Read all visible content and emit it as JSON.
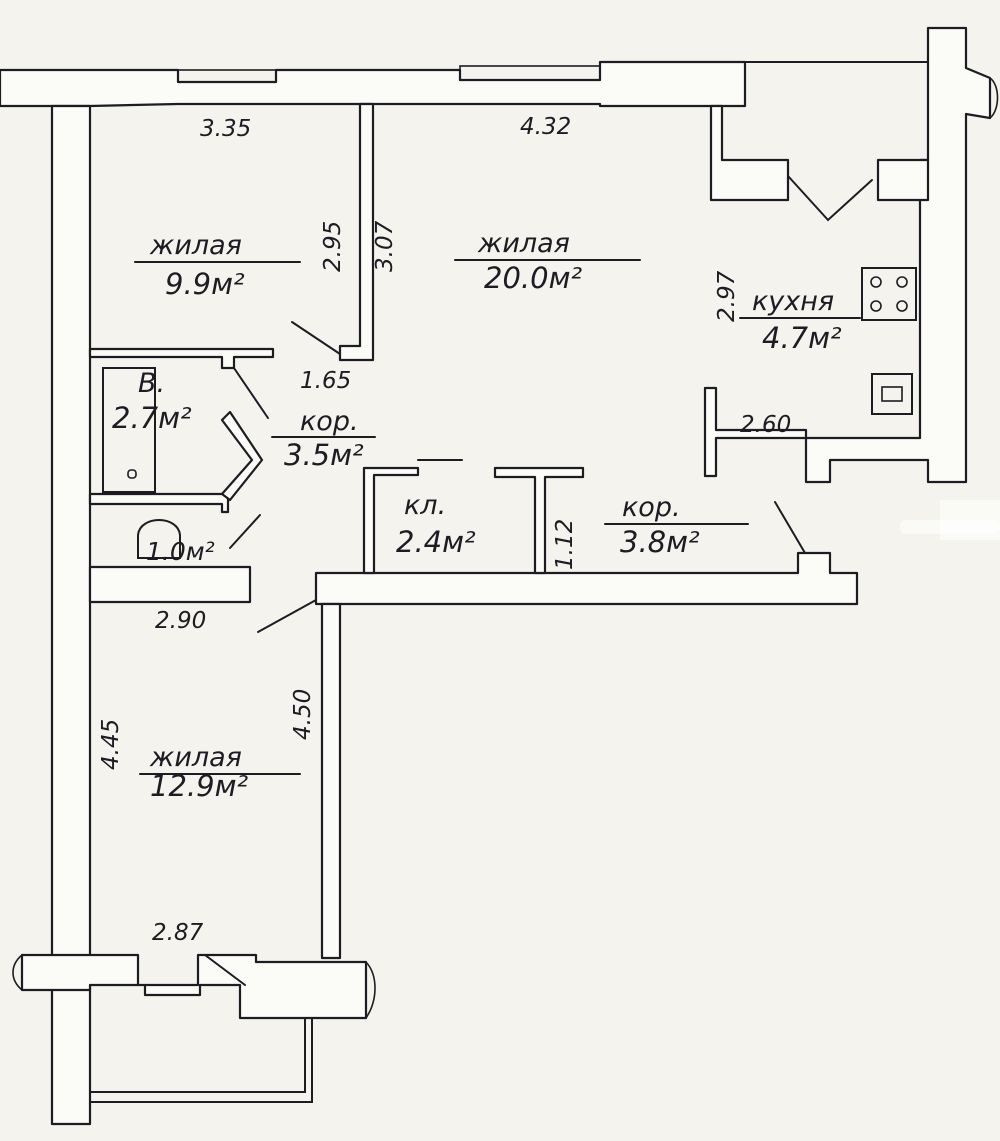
{
  "rooms": {
    "living_small": {
      "name": "жилая",
      "area": "9.9м²"
    },
    "living_large": {
      "name": "жилая",
      "area": "20.0м²"
    },
    "kitchen": {
      "name": "кухня",
      "area": "4.7м²"
    },
    "bath": {
      "name": "В.",
      "area": "2.7м²"
    },
    "wc": {
      "area": "1.0м²"
    },
    "corridor_1": {
      "name": "кор.",
      "area": "3.5м²"
    },
    "closet": {
      "name": "кл.",
      "area": "2.4м²"
    },
    "corridor_2": {
      "name": "кор.",
      "area": "3.8м²"
    },
    "living_bottom": {
      "name": "жилая",
      "area": "12.9м²"
    }
  },
  "dimensions": {
    "d_335": "3.35",
    "d_432": "4.32",
    "d_295": "2.95",
    "d_307": "3.07",
    "d_297": "2.97",
    "d_165": "1.65",
    "d_260": "2.60",
    "d_112": "1.12",
    "d_290": "2.90",
    "d_445": "4.45",
    "d_450": "4.50",
    "d_287": "2.87"
  }
}
